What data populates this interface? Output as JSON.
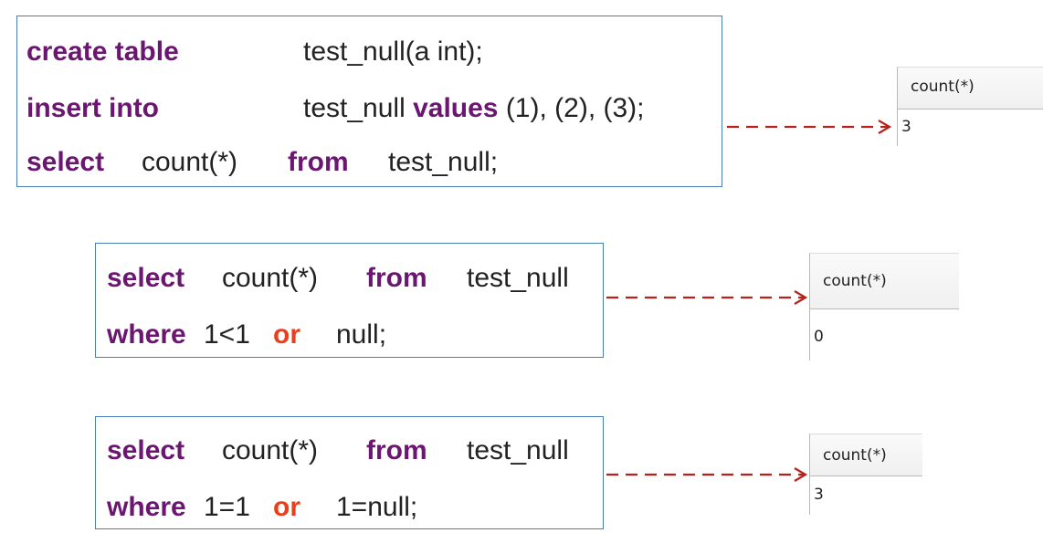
{
  "block1": {
    "line1": {
      "kw": "create table",
      "text": "test_null(a int);"
    },
    "line2": {
      "kw": "insert into",
      "text1": "test_null ",
      "kw2": "values",
      "text2": " (1), (2), (3);"
    },
    "line3": {
      "kw": "select",
      "text1": "count(*)",
      "kw2": "from",
      "text2": "test_null;"
    }
  },
  "block2": {
    "line1": {
      "kw": "select",
      "text1": "count(*)",
      "kw2": "from",
      "text2": "test_null"
    },
    "line2": {
      "kw": "where",
      "text1": "1<1",
      "op": "or",
      "text2": "null;"
    }
  },
  "block3": {
    "line1": {
      "kw": "select",
      "text1": "count(*)",
      "kw2": "from",
      "text2": "test_null"
    },
    "line2": {
      "kw": "where",
      "text1": "1=1",
      "op": "or",
      "text2": "1=null;"
    }
  },
  "results": [
    {
      "header": "count(*)",
      "value": "3"
    },
    {
      "header": "count(*)",
      "value": "0"
    },
    {
      "header": "count(*)",
      "value": "3"
    }
  ],
  "colors": {
    "keyword": "#6b1670",
    "operator": "#e8401c",
    "box_border": "#4a7eb8",
    "arrow": "#b5221c"
  }
}
